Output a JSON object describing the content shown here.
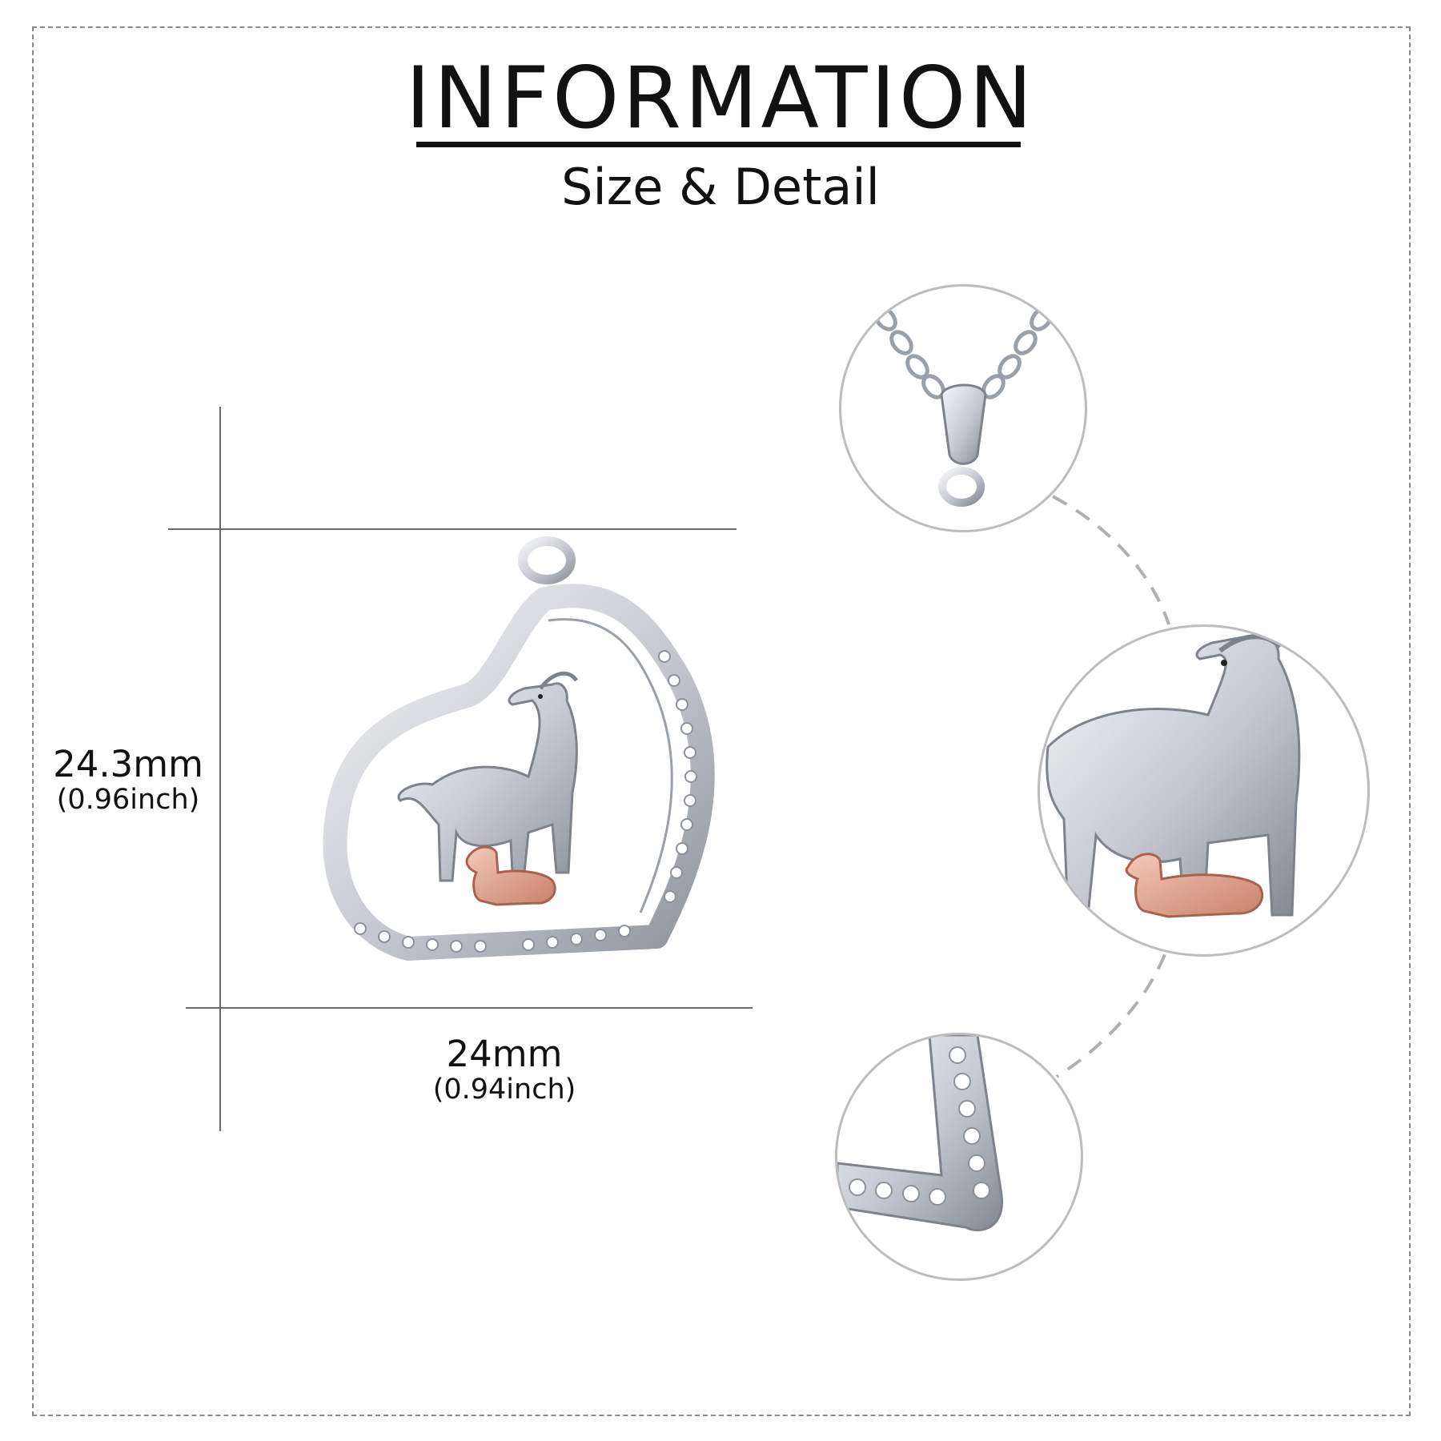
{
  "header": {
    "title": "INFORMATION",
    "subtitle": "Size & Detail"
  },
  "dimensions": {
    "height": {
      "mm": "24.3mm",
      "inch": "(0.96inch)"
    },
    "width": {
      "mm": "24mm",
      "inch": "(0.94inch)"
    }
  },
  "details": [
    {
      "name": "bail-and-chain-closeup"
    },
    {
      "name": "goat-and-kid-closeup"
    },
    {
      "name": "stone-setting-closeup"
    }
  ],
  "colors": {
    "silver": "#d9dbe0",
    "silver_dark": "#8f939b",
    "rose_gold": "#e0a08a",
    "text": "#111111",
    "frame": "#8a8a8a"
  }
}
